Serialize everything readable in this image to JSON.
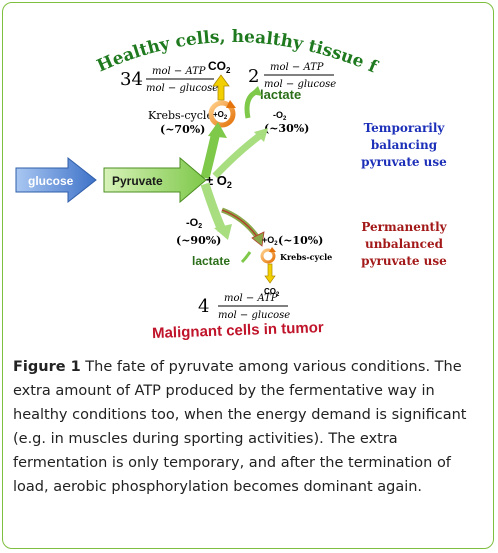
{
  "diagram": {
    "title_top": "Healthy cells,  healthy tissue function",
    "title_bottom": "Malignant cells in tumor",
    "glucose": "glucose",
    "pyruvate": "Pyruvate",
    "pm_o2": "± O",
    "pm_o2_sub": "2",
    "plus_o2": "+O",
    "plus_o2_sub": "2",
    "minus_o2": "-O",
    "minus_o2_sub": "2",
    "krebs": "Krebs-cycle",
    "krebs_pct": "(~70%)",
    "co2": "CO",
    "co2_sub": "2",
    "lactate": "lactate",
    "pct_30": "(~30%)",
    "pct_90": "(~90%)",
    "plus_o2_10": "+O",
    "plus_o2_10_sub": "2",
    "pct_10": "(~10%)",
    "krebs_small": "Krebs-cycle",
    "atp_34": "34",
    "atp_2": "2",
    "atp_4": "4",
    "frac_num": "mol − ATP",
    "frac_den": "mol − glucose",
    "temp_l1": "Temporarily",
    "temp_l2": "balancing",
    "temp_l3": "pyruvate use",
    "perm_l1": "Permanently",
    "perm_l2": "unbalanced",
    "perm_l3": "pyruvate use"
  },
  "caption": {
    "label": "Figure 1",
    "text": " The fate of pyruvate among various conditions. The extra amount of ATP produced by the fermentative way in healthy conditions too, when the energy demand is significant (e.g. in muscles during sporting activities). The extra fermentation is only temporary, and after the termination of load, aerobic phosphorylation becomes dominant again."
  },
  "colors": {
    "title_green": "#1f7a1f",
    "title_red": "#c0142b",
    "glucose_blue": "#4a7fd4",
    "pyruvate_green": "#9fd86a",
    "arrow_green": "#7ec84a",
    "krebs_orange": "#f28a1e",
    "co2_yellow": "#f2d000",
    "temp_blue": "#1c2fb8",
    "perm_red": "#a31818",
    "lactate_green": "#2b6e19",
    "frame_green": "#7fbf3f"
  }
}
